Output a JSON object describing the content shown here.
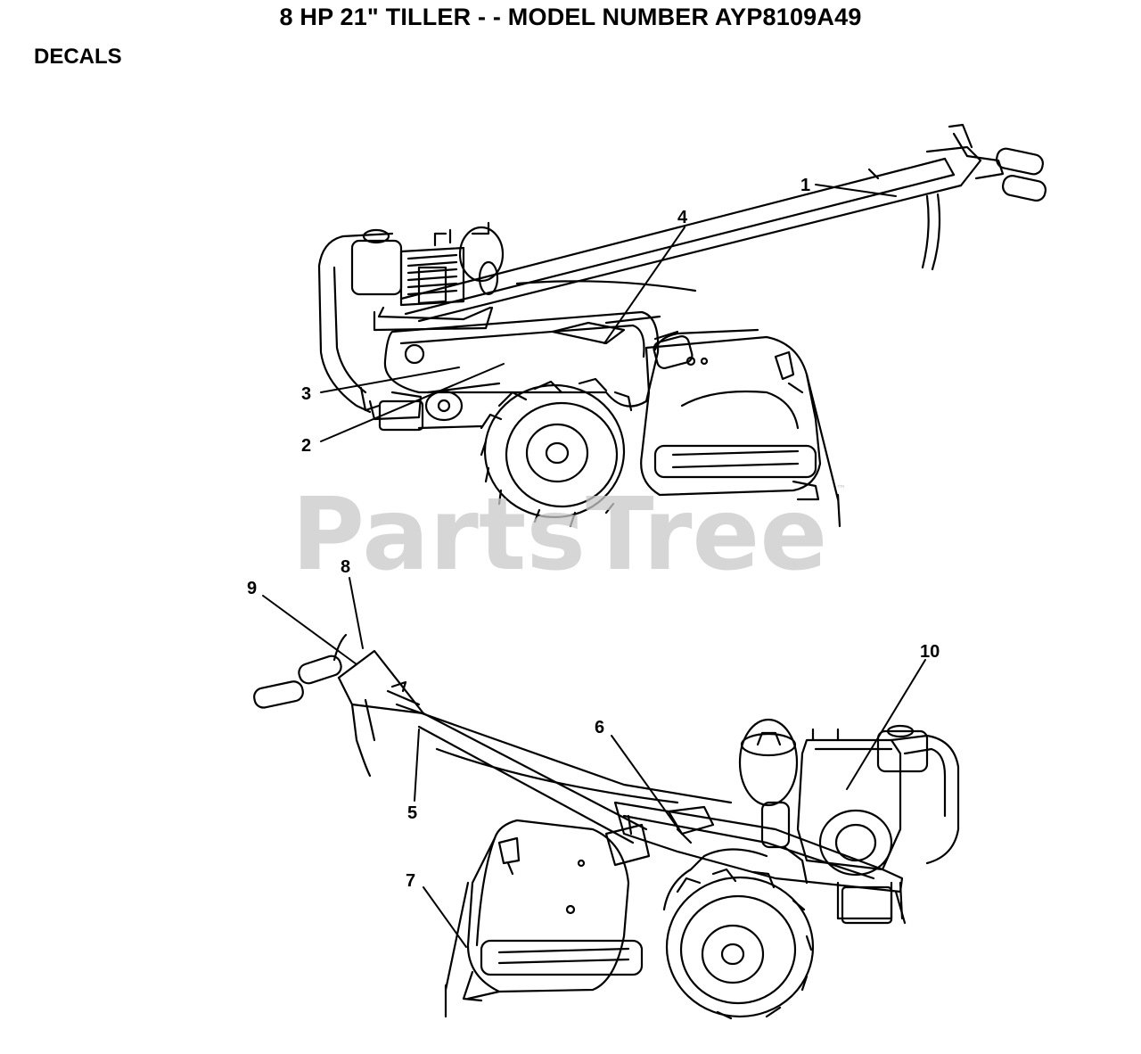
{
  "header": {
    "title": "8 HP 21\" TILLER - - MODEL NUMBER AYP8109A49",
    "section": "DECALS"
  },
  "watermark": {
    "text": "PartsTree",
    "trademark": "™"
  },
  "callouts": [
    "1",
    "2",
    "3",
    "4",
    "5",
    "6",
    "7",
    "8",
    "9",
    "10"
  ]
}
